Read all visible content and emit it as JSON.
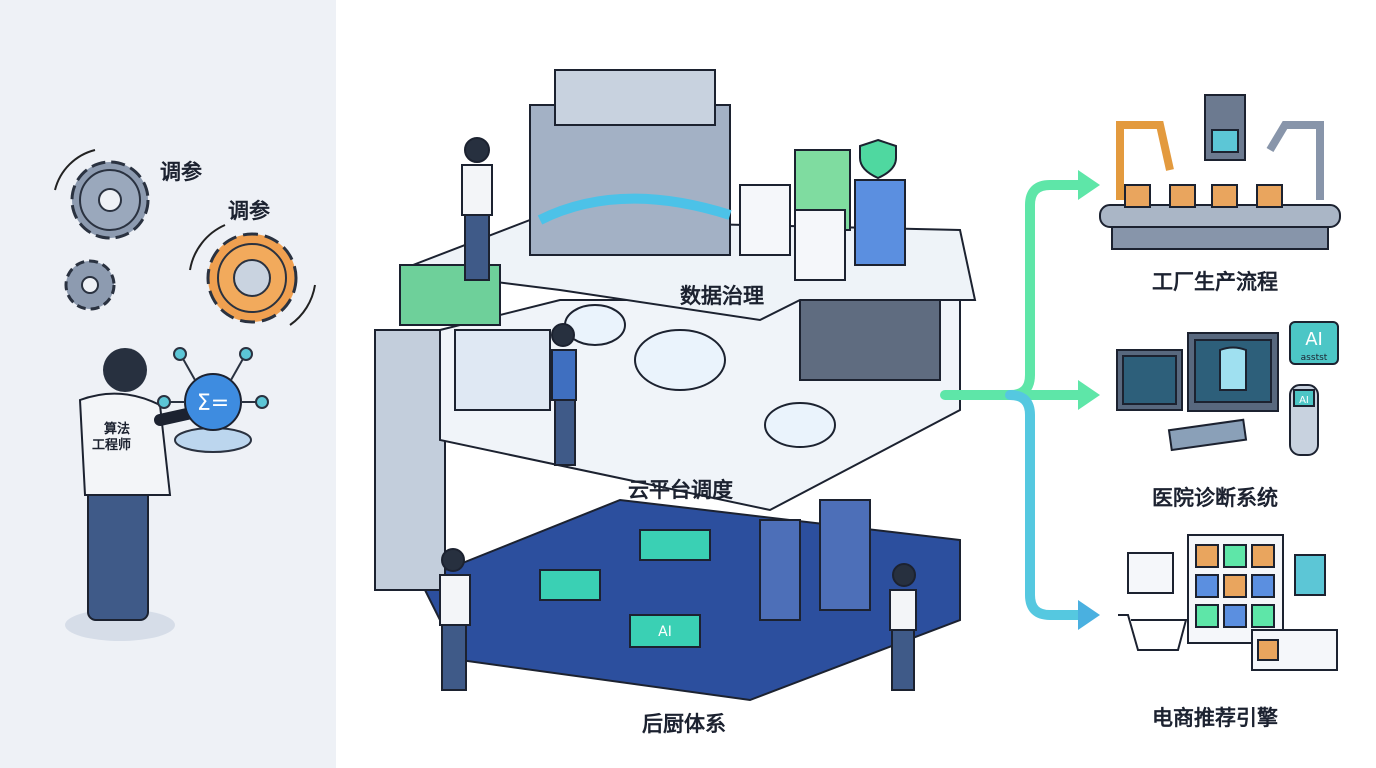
{
  "left": {
    "tune_label_1": "调参",
    "tune_label_2": "调参",
    "engineer_shirt_line1": "算法",
    "engineer_shirt_line2": "工程师"
  },
  "center": {
    "layers": [
      {
        "label": "数据治理"
      },
      {
        "label": "云平台调度"
      },
      {
        "label": "后厨体系"
      }
    ],
    "chip_label": "AI"
  },
  "right": {
    "applications": [
      {
        "label": "工厂生产流程"
      },
      {
        "label": "医院诊断系统",
        "badge": "AI",
        "badge_sub": "asstst",
        "device_badge": "AI"
      },
      {
        "label": "电商推荐引擎"
      }
    ]
  },
  "colors": {
    "accent_green": "#4fd8a0",
    "accent_blue": "#3f7fd6",
    "gear_orange": "#f0a050",
    "panel_bg": "#eef1f6"
  }
}
